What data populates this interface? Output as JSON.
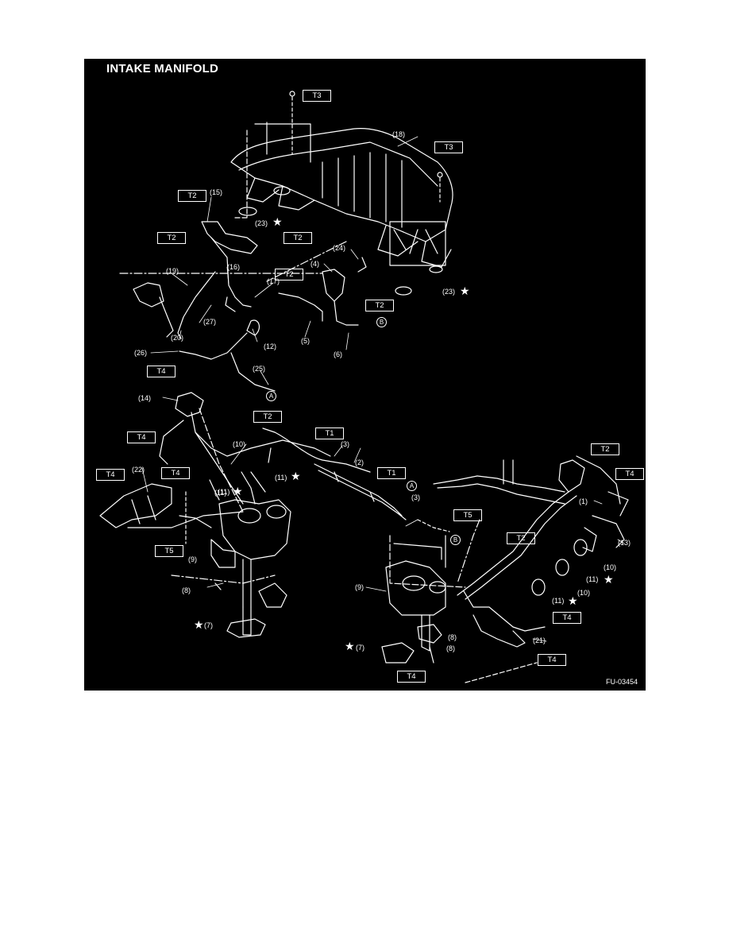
{
  "diagram": {
    "title": "INTAKE MANIFOLD",
    "figure_id": "FU-03454",
    "colors": {
      "background": "#000000",
      "line": "#ffffff",
      "page": "#ffffff"
    },
    "icons": {
      "star": "★",
      "callout_A": "circled-letter-A",
      "callout_B": "circled-letter-B"
    }
  },
  "part_labels": {
    "p18": "(18)",
    "p15": "(15)",
    "p16": "(16)",
    "p17": "(17)",
    "p19": "(19)",
    "p20": "(20)",
    "p27": "(27)",
    "p12": "(12)",
    "p24": "(24)",
    "p4": "(4)",
    "p5": "(5)",
    "p6": "(6)",
    "p26": "(26)",
    "p25": "(25)",
    "p14": "(14)",
    "p10a": "(10)",
    "p11a": "(11)",
    "p22": "(22)",
    "p3a": "(3)",
    "p2": "(2)",
    "p3b": "(3)",
    "p1": "(1)",
    "p13": "(13)",
    "p10b": "(10)",
    "p10c": "(10)",
    "p9a": "(9)",
    "p9b": "(9)",
    "p8a": "(8)",
    "p8b": "(8)",
    "p8c": "(8)",
    "p21": "(21)"
  },
  "starred_labels": {
    "s23a": "(23)",
    "s23b": "(23)",
    "s11a": "(11)",
    "s11b": "(11)",
    "s11c": "(11)",
    "s11d": "(11)",
    "s7a": "(7)",
    "s7b": "(7)"
  },
  "torque_labels": {
    "t3a": "T3",
    "t3b": "T3",
    "t2a": "T2",
    "t2b": "T2",
    "t2c": "T2",
    "t2d": "T2",
    "t2e": "T2",
    "t2f": "T2",
    "t2g": "T2",
    "t2h": "T2",
    "t4a": "T4",
    "t4b": "T4",
    "t4c": "T4",
    "t4d": "T4",
    "t4e": "T4",
    "t4f": "T4",
    "t4g": "T4",
    "t4h": "T4",
    "t1a": "T1",
    "t1b": "T1",
    "t5a": "T5",
    "t5b": "T5"
  },
  "callouts": {
    "a1": "A",
    "a2": "A",
    "b1": "B",
    "b2": "B"
  }
}
